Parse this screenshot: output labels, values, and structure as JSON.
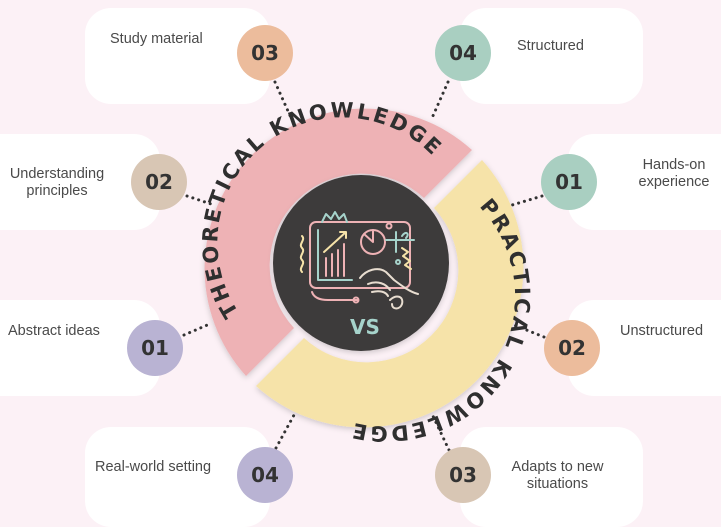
{
  "colors": {
    "background": "#fcf1f6",
    "theoretical_ring": "#eeb2b5",
    "practical_ring": "#f6e3a9",
    "center_circle": "#3d3a3a",
    "vs_text": "#a6d3cb",
    "peach": "#ecbc9c",
    "tan": "#d8c6b4",
    "lavender": "#b9b3d3",
    "mint": "#a9cfc1"
  },
  "center": {
    "vs_label": "VS",
    "icon": "analytics-hand-illustration-icon"
  },
  "rings": {
    "theoretical": {
      "label": "THEORETICAL KNOWLEDGE"
    },
    "practical": {
      "label": "PRACTICAL KNOWLEDGE"
    }
  },
  "theoretical": {
    "items": [
      {
        "number": "01",
        "text": "Abstract ideas"
      },
      {
        "number": "02",
        "text": "Understanding principles",
        "line1": "Understanding",
        "line2": "principles"
      },
      {
        "number": "03",
        "text": "Study material"
      },
      {
        "number": "04",
        "text": "Real-world setting"
      }
    ]
  },
  "practical": {
    "items": [
      {
        "number": "01",
        "text": "Hands-on experience",
        "line1": "Hands-on",
        "line2": "experience"
      },
      {
        "number": "02",
        "text": "Unstructured"
      },
      {
        "number": "03",
        "text": "Adapts to new situations",
        "line1": "Adapts to new",
        "line2": "situations"
      },
      {
        "number": "04",
        "text": "Structured"
      }
    ]
  }
}
